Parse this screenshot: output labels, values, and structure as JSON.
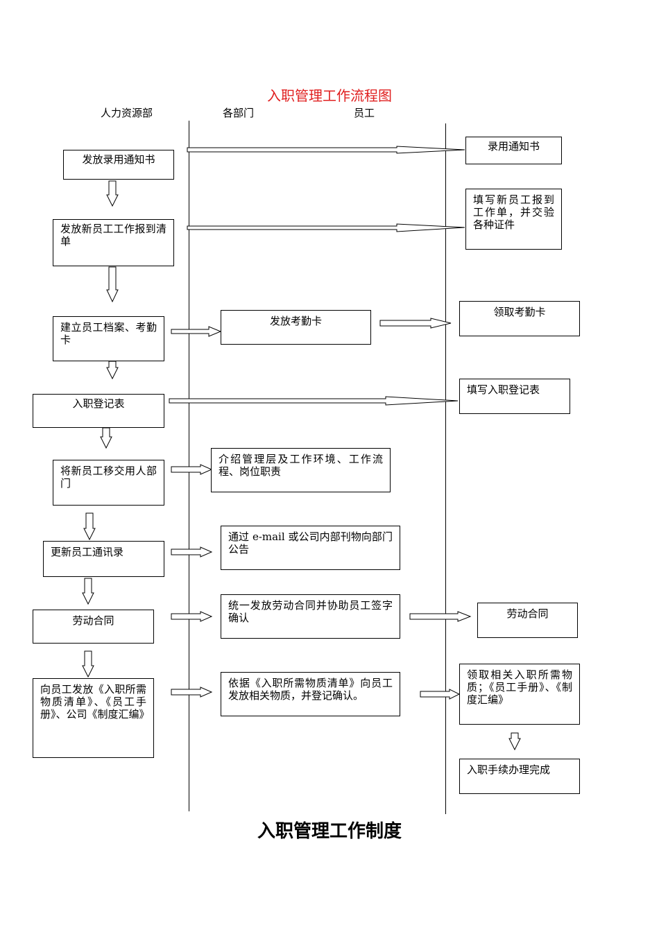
{
  "flowchart": {
    "title": "入职管理工作流程图",
    "columns": {
      "hr": "人力资源部",
      "dept": "各部门",
      "employee": "员工"
    },
    "hr_steps": [
      "发放录用通知书",
      "发放新员工工作报到清单",
      "建立员工档案、考勤卡",
      "入职登记表",
      "将新员工移交用人部门",
      "更新员工通讯录",
      "劳动合同",
      "向员工发放《入职所需物质清单》、《员工手册》、公司《制度汇编》"
    ],
    "dept_steps": [
      "发放考勤卡",
      "介绍管理层及工作环境、工作流程、岗位职责",
      "通过 e-mail 或公司内部刊物向部门公告",
      "统一发放劳动合同并协助员工签字确认",
      "依据《入职所需物质清单》向员工发放相关物质，并登记确认。"
    ],
    "employee_steps": [
      "录用通知书",
      "填写新员工报到工作单，并交验各种证件",
      "领取考勤卡",
      "填写入职登记表",
      "劳动合同",
      "领取相关入职所需物质；《员工手册》、《制度汇编》",
      "入职手续办理完成"
    ]
  },
  "document_title": "入职管理工作制度"
}
